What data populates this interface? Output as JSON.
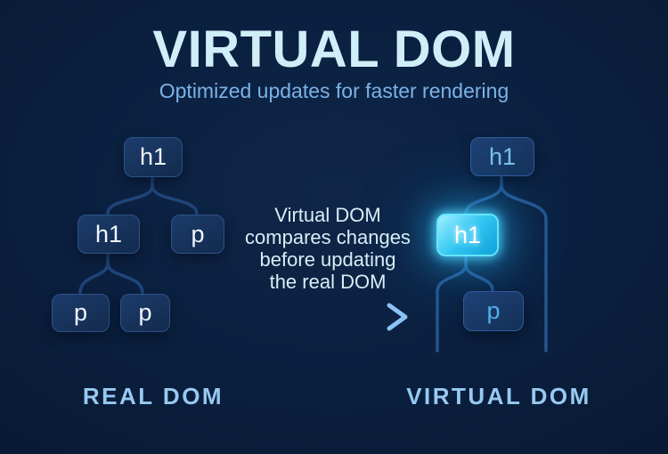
{
  "header": {
    "title": "VIRTUAL DOM",
    "subtitle": "Optimized updates for faster rendering"
  },
  "caption": {
    "lines": [
      "Virtual DOM",
      "compares changes",
      "before updating",
      "the real DOM"
    ]
  },
  "real_dom": {
    "label": "REAL DOM",
    "nodes": {
      "root": "h1",
      "child_h1": "h1",
      "child_p": "p",
      "leaf_p1": "p",
      "leaf_p2": "p"
    }
  },
  "virtual_dom": {
    "label": "VIRTUAL DOM",
    "nodes": {
      "root": "h1",
      "changed": "h1",
      "child_p": "p"
    }
  },
  "icons": {
    "flow_arrow": "dashed-right-arrow"
  },
  "colors": {
    "background": "#0a1f3e",
    "title": "#cfeef8",
    "subtitle": "#7ab3e8",
    "caption": "#d9edf6",
    "bottom_labels": "#97c9f2",
    "node_fill": "#16315a",
    "node_border": "#2e5288",
    "connector_real": "#1f457a",
    "connector_virtual": "#25548e",
    "highlight_glow": "#35cdf7",
    "arrow": "#8cc2f5"
  }
}
